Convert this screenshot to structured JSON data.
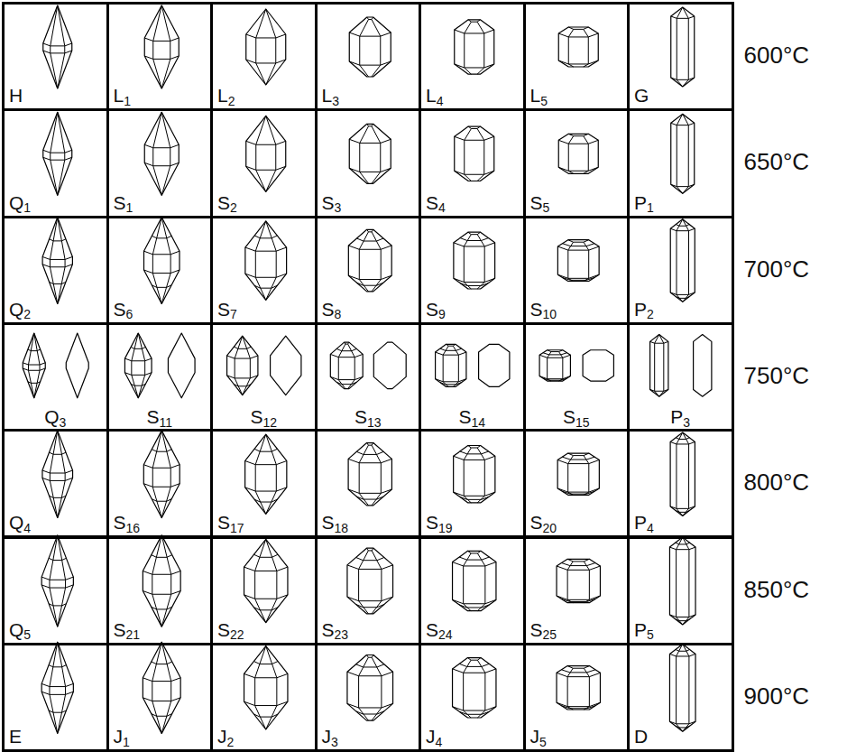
{
  "diagram": {
    "nodes": [
      {
        "text": [
          "H"
        ]
      },
      {
        "text": [
          "L1"
        ]
      },
      {
        "text": [
          "L2"
        ]
      },
      {
        "text": [
          "L3"
        ]
      },
      {
        "text": [
          "L4"
        ]
      },
      {
        "text": [
          "L5"
        ]
      },
      {
        "text": [
          "G"
        ]
      },
      {
        "text": [
          "Q1"
        ]
      },
      {
        "text": [
          "S1"
        ]
      },
      {
        "text": [
          "S2"
        ]
      },
      {
        "text": [
          "S3"
        ]
      },
      {
        "text": [
          "S4"
        ]
      },
      {
        "text": [
          "S5"
        ]
      },
      {
        "text": [
          "P1"
        ]
      },
      {
        "text": [
          "Q2"
        ]
      },
      {
        "text": [
          "S6"
        ]
      },
      {
        "text": [
          "S7"
        ]
      },
      {
        "text": [
          "S8"
        ]
      },
      {
        "text": [
          "S9"
        ]
      },
      {
        "text": [
          "S10"
        ]
      },
      {
        "text": [
          "P2"
        ]
      },
      {
        "text": [
          "Q3"
        ]
      },
      {
        "text": [
          "S11"
        ]
      },
      {
        "text": [
          "S12"
        ]
      },
      {
        "text": [
          "S13"
        ]
      },
      {
        "text": [
          "S14"
        ]
      },
      {
        "text": [
          "S15"
        ]
      },
      {
        "text": [
          "P3"
        ]
      },
      {
        "text": [
          "Q4"
        ]
      },
      {
        "text": [
          "S16"
        ]
      },
      {
        "text": [
          "S17"
        ]
      },
      {
        "text": [
          "S18"
        ]
      },
      {
        "text": [
          "S19"
        ]
      },
      {
        "text": [
          "S20"
        ]
      },
      {
        "text": [
          "P4"
        ]
      },
      {
        "text": [
          "Q5"
        ]
      },
      {
        "text": [
          "S21"
        ]
      },
      {
        "text": [
          "S22"
        ]
      },
      {
        "text": [
          "S23"
        ]
      },
      {
        "text": [
          "S24"
        ]
      },
      {
        "text": [
          "S25"
        ]
      },
      {
        "text": [
          "P5"
        ]
      },
      {
        "text": [
          "E"
        ]
      },
      {
        "text": [
          "J1"
        ]
      },
      {
        "text": [
          "J2"
        ]
      },
      {
        "text": [
          "J3"
        ]
      },
      {
        "text": [
          "J4"
        ]
      },
      {
        "text": [
          "J5"
        ]
      },
      {
        "text": [
          "D"
        ]
      }
    ],
    "labels": [
      "600°C",
      "650°C",
      "700°C",
      "750°C",
      "800°C",
      "850°C",
      "900°C"
    ]
  }
}
